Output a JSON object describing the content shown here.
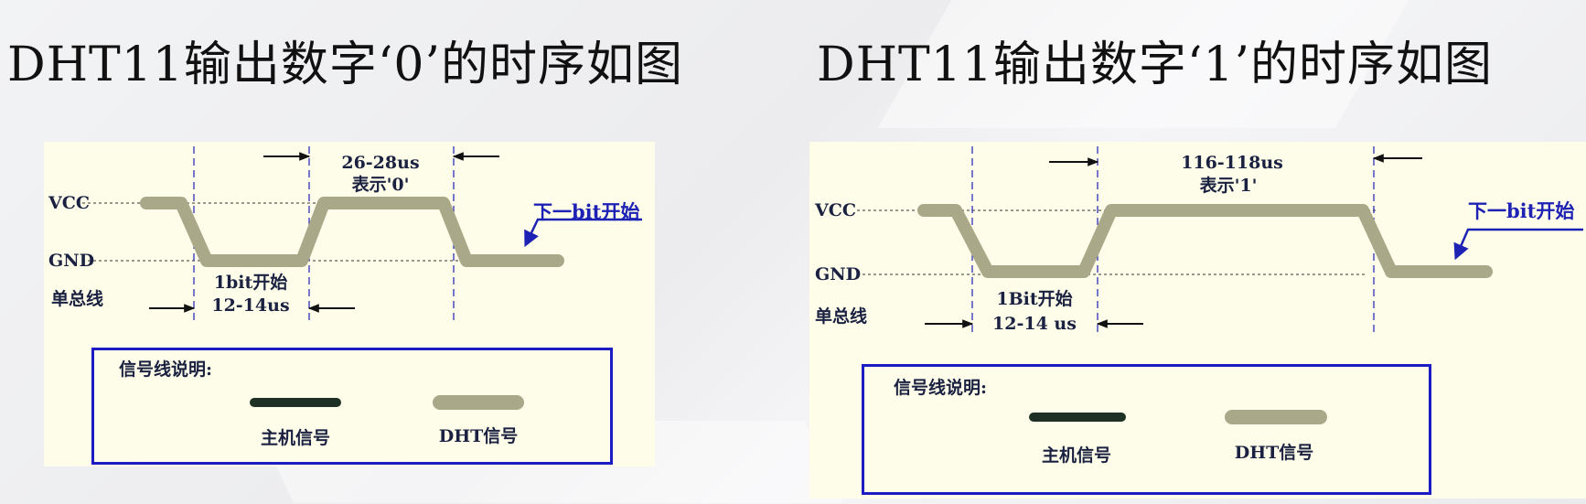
{
  "panels": [
    {
      "title": "DHT11输出数字‘0’的时序如图",
      "vcc": "VCC",
      "gnd": "GND",
      "bus": "单总线",
      "pulse_time": "26-28us",
      "pulse_meaning": "表示'0'",
      "start_label": "1bit开始",
      "start_time": "12-14us",
      "next_bit": "下一bit开始",
      "legend_title": "信号线说明:",
      "legend_host": "主机信号",
      "legend_dht": "DHT信号"
    },
    {
      "title": "DHT11输出数字‘1’的时序如图",
      "vcc": "VCC",
      "gnd": "GND",
      "bus": "单总线",
      "pulse_time": "116-118us",
      "pulse_meaning": "表示'1'",
      "start_label": "1Bit开始",
      "start_time": "12-14 us",
      "next_bit": "下一bit开始",
      "legend_title": "信号线说明:",
      "legend_host": "主机信号",
      "legend_dht": "DHT信号"
    }
  ],
  "colors": {
    "panel_bg": "#fdfde9",
    "dht_signal": "#a9a888",
    "host_signal": "#1e3024",
    "arrow": "#1d22b4",
    "legend_border": "#1c1cc4"
  }
}
